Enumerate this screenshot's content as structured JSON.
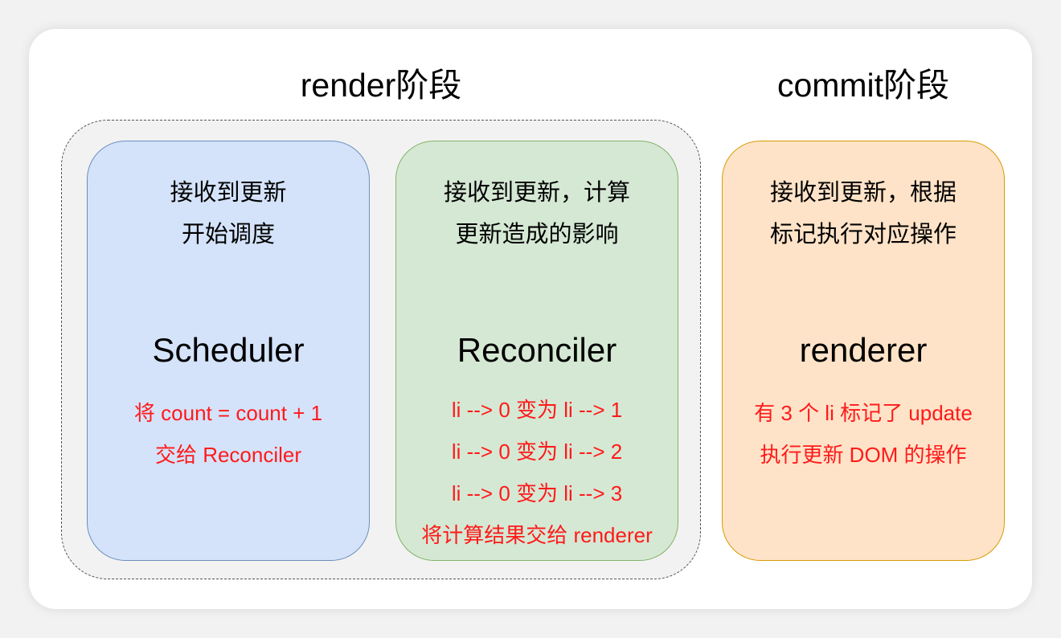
{
  "colors": {
    "scheduler_fill": "#d4e3fa",
    "scheduler_border": "#6c8ebf",
    "reconciler_fill": "#d5e8d4",
    "reconciler_border": "#82b366",
    "renderer_fill": "#ffe3c8",
    "renderer_border": "#d79b00",
    "note_text": "#ff1a1a"
  },
  "phases": {
    "render": "render阶段",
    "commit": "commit阶段"
  },
  "boxes": [
    {
      "desc": [
        "接收到更新",
        "开始调度"
      ],
      "name": "Scheduler",
      "notes": [
        "将 count = count + 1",
        "交给 Reconciler"
      ]
    },
    {
      "desc": [
        "接收到更新，计算",
        "更新造成的影响"
      ],
      "name": "Reconciler",
      "notes": [
        "li --> 0 变为 li --> 1",
        "li --> 0 变为 li --> 2",
        "li --> 0 变为 li --> 3",
        "将计算结果交给 renderer"
      ]
    },
    {
      "desc": [
        "接收到更新，根据",
        "标记执行对应操作"
      ],
      "name": "renderer",
      "notes": [
        "有 3 个 li 标记了 update",
        "执行更新 DOM 的操作"
      ]
    }
  ]
}
